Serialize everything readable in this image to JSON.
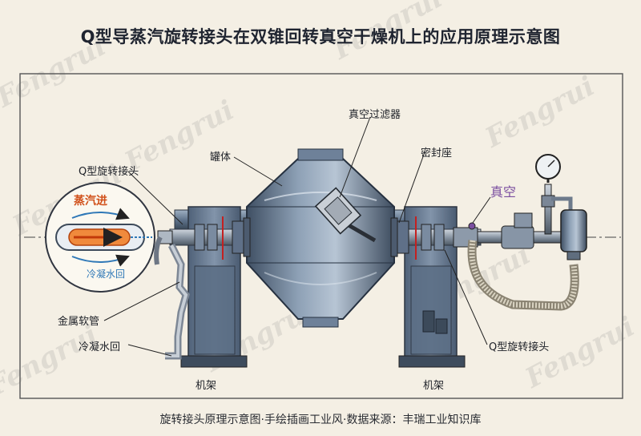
{
  "title": "Q型导蒸汽旋转接头在双锥回转真空干燥机上的应用原理示意图",
  "footer": "旋转接头原理示意图·手绘插画工业风·数据来源：丰瑞工业知识库",
  "watermark": "Fengrui",
  "labels": {
    "vacuum_filter": "真空过滤器",
    "tank": "罐体",
    "seal_seat": "密封座",
    "q_joint_left": "Q型旋转接头",
    "q_joint_right": "Q型旋转接头",
    "vacuum": "真空",
    "metal_hose": "金属软管",
    "condensate_return": "冷凝水回",
    "frame_left": "机架",
    "frame_right": "机架"
  },
  "inset": {
    "steam_in": "蒸汽进",
    "condensate_return": "冷凝水回"
  },
  "colors": {
    "steel": "#5d7189",
    "steel_light": "#9fb0c3",
    "steam": "#e8601c",
    "water": "#2f78b7",
    "vacuum": "#7b4fa0",
    "hose": "#c9c2b0"
  }
}
